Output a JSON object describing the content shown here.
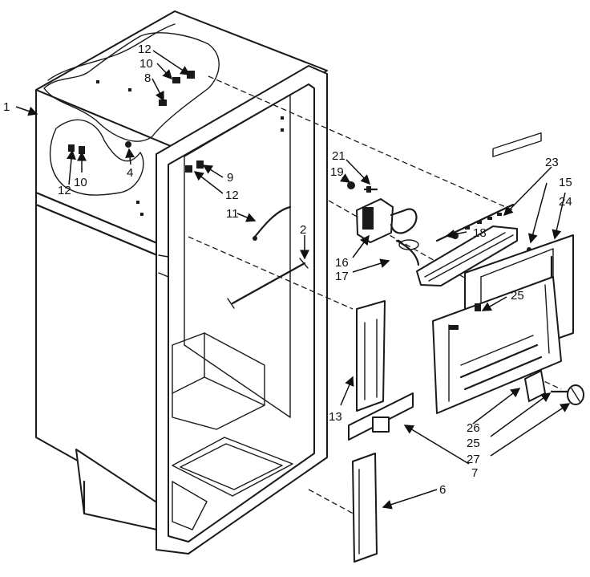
{
  "callouts": {
    "c1": "1",
    "c2": "2",
    "c4": "4",
    "c6": "6",
    "c7": "7",
    "c8": "8",
    "c9": "9",
    "c10a": "10",
    "c10b": "10",
    "c11": "11",
    "c12a": "12",
    "c12b": "12",
    "c12c": "12",
    "c13": "13",
    "c15": "15",
    "c16": "16",
    "c17": "17",
    "c18": "18",
    "c19": "19",
    "c21": "21",
    "c23": "23",
    "c24": "24",
    "c25a": "25",
    "c25b": "25",
    "c26": "26",
    "c27": "27"
  },
  "colors": {
    "ink": "#1a1a1a",
    "paper": "#ffffff"
  }
}
